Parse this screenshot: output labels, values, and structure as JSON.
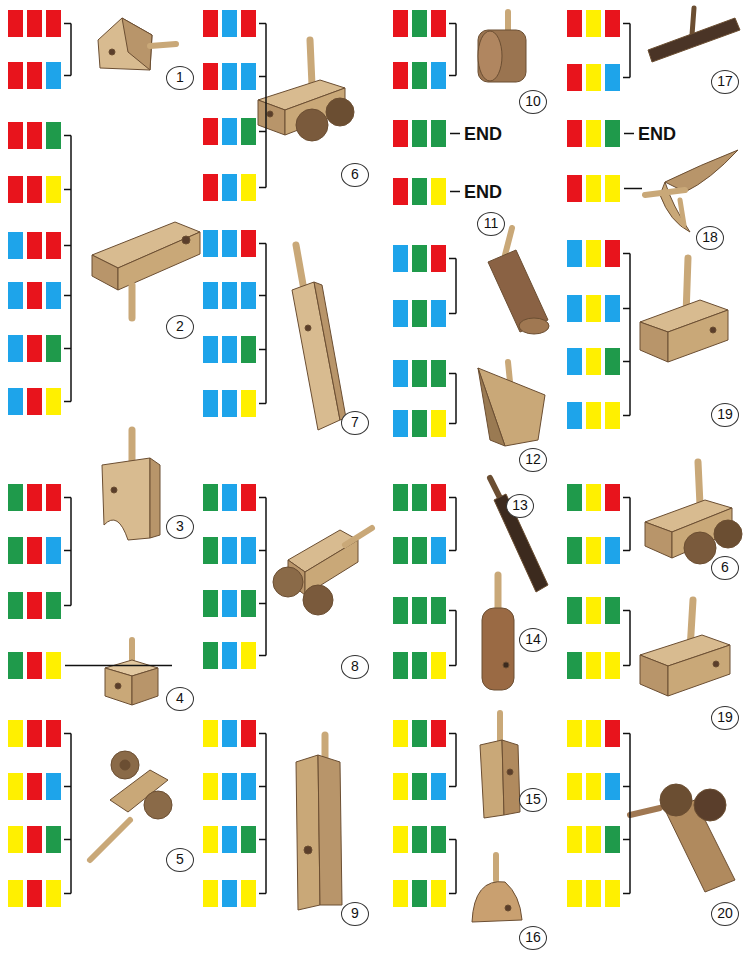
{
  "diagram": {
    "labels": [
      "1",
      "2",
      "3",
      "4",
      "5",
      "6",
      "7",
      "8",
      "9",
      "10",
      "END",
      "END",
      "11",
      "12",
      "13",
      "14",
      "15",
      "16",
      "17",
      "END",
      "18",
      "19",
      "6",
      "19",
      "20"
    ]
  }
}
